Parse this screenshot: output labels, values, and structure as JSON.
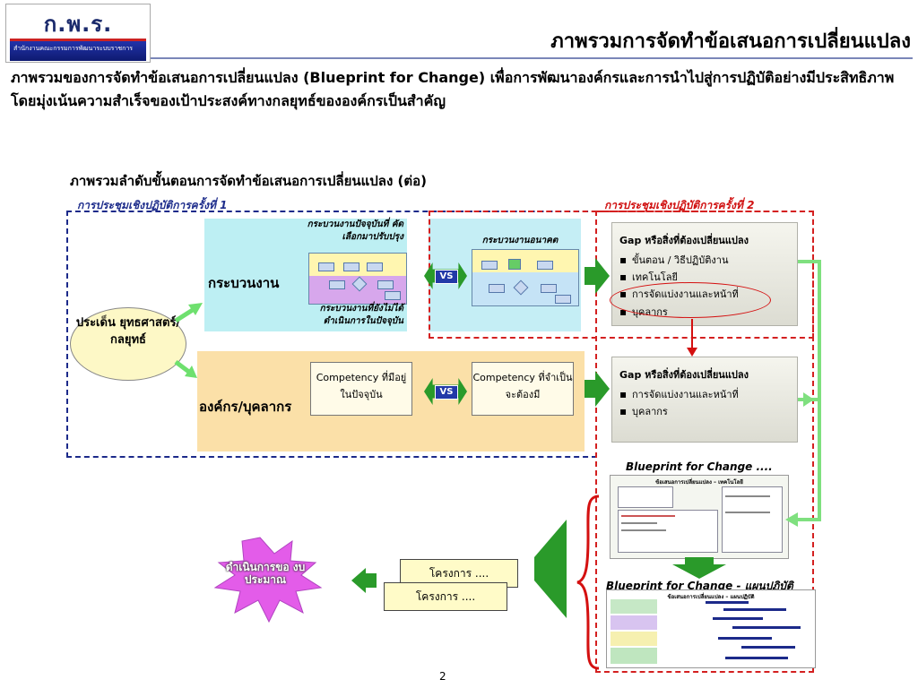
{
  "header": {
    "logo_text": "ก.พ.ร.",
    "logo_sub": "สำนักงานคณะกรรมการพัฒนาระบบราชการ",
    "title": "ภาพรวมการจัดทำข้อเสนอการเปลี่ยนแปลง"
  },
  "intro": {
    "text": "ภาพรวมของการจัดทำข้อเสนอการเปลี่ยนแปลง (Blueprint for Change) เพื่อการพัฒนาองค์กรและการนำไปสู่การปฏิบัติอย่างมีประสิทธิภาพ โดยมุ่งเน้นความสำเร็จของเป้าประสงค์ทางกลยุทธ์ขององค์กรเป็นสำคัญ"
  },
  "diagram": {
    "subtitle": "ภาพรวมลำดับขั้นตอนการจัดทำข้อเสนอการเปลี่ยนแปลง (ต่อ)",
    "workshop1": "การประชุมเชิงปฏิบัติการครั้งที่ 1",
    "workshop2": "การประชุมเชิงปฏิบัติการครั้งที่ 2",
    "strategic_issue": "ประเด็น ยุทธศาสตร์/ กลยุทธ์",
    "process_label": "กระบวนงาน",
    "org_label": "องค์กร/บุคลากร",
    "current_selected": "กระบวนงานปัจจุบันที่ คัดเลือกมาปรับปรุง",
    "current_not_done": "กระบวนงานที่ยังไม่ได้ ดำเนินการในปัจจุบัน",
    "future_process": "กระบวนงานอนาคต",
    "vs": "VS",
    "competency_current": "Competency ที่มีอยู่ในปัจจุบัน",
    "competency_needed": "Competency ที่จำเป็นจะต้องมี",
    "gap1": {
      "title": "Gap หรือสิ่งที่ต้องเปลี่ยนแปลง",
      "items": [
        "ขั้นตอน / วิธีปฏิบัติงาน",
        "เทคโนโลยี",
        "การจัดแบ่งงานและหน้าที่",
        "บุคลากร"
      ]
    },
    "gap2": {
      "title": "Gap หรือสิ่งที่ต้องเปลี่ยนแปลง",
      "items": [
        "การจัดแบ่งงานและหน้าที่",
        "บุคลากร"
      ]
    },
    "blueprint1": "Blueprint for Change ....",
    "blueprint1_doc_title": "ข้อเสนอการเปลี่ยนแปลง – เทคโนโลยี",
    "blueprint2": "Blueprint for Change - แผนปฏิบัติ",
    "blueprint2_doc_title": "ข้อเสนอการเปลี่ยนแปลง – แผนปฏิบัติ",
    "project1": "โครงการ ....",
    "project2": "โครงการ ....",
    "budget": "ดำเนินการขอ งบประมาณ"
  },
  "page_number": "2",
  "colors": {
    "navy": "#1c2a8a",
    "red": "#d42020",
    "green_arrow": "#2a9a2a",
    "light_green": "#7fe07f",
    "process_bg": "#bdeff3",
    "org_bg": "#fbe0a8",
    "star": "#e35ce9"
  }
}
